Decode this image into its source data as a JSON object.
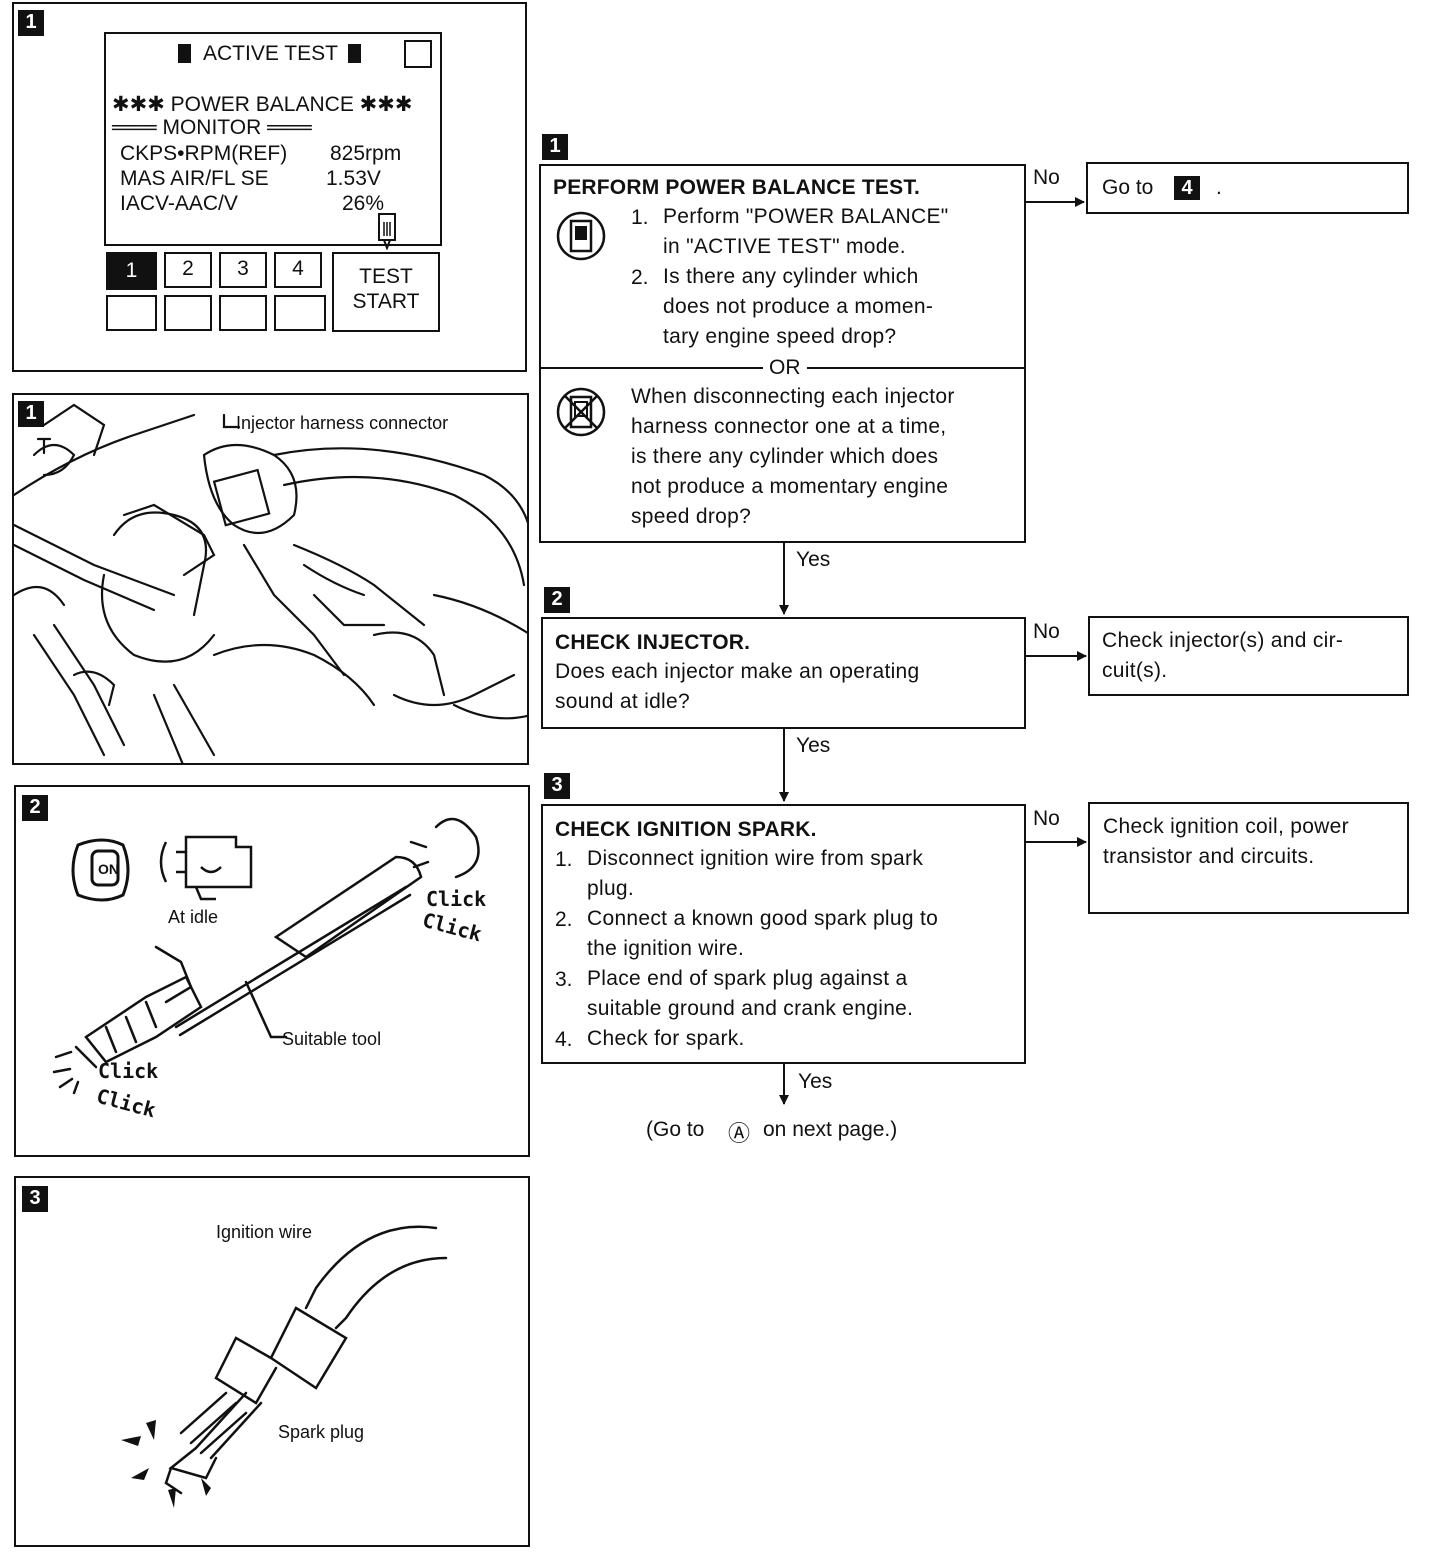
{
  "screen_panel": {
    "tag": "1",
    "header": "ACTIVE TEST",
    "line1": "✱✱✱ POWER BALANCE ✱✱✱",
    "line2": "═══ MONITOR ═══",
    "rows": [
      {
        "label": "CKPS•RPM(REF)",
        "value": "825rpm"
      },
      {
        "label": "MAS AIR/FL SE",
        "value": "1.53V"
      },
      {
        "label": "IACV-AAC/V",
        "value": "26%"
      }
    ],
    "cyl_buttons": [
      "1",
      "2",
      "3",
      "4"
    ],
    "test_start": [
      "TEST",
      "START"
    ]
  },
  "fig1": {
    "tag": "1",
    "label": "Injector harness connector"
  },
  "fig2": {
    "tag": "2",
    "key_label": "ON",
    "at_idle": "At idle",
    "tool": "Suitable tool",
    "click1": "Click",
    "click2": "Click"
  },
  "fig3": {
    "tag": "3",
    "wire": "Ignition wire",
    "plug": "Spark plug"
  },
  "step1": {
    "tag": "1",
    "title": "PERFORM POWER BALANCE TEST.",
    "items": [
      {
        "num": "1.",
        "text": "Perform \"POWER BALANCE\"\nin \"ACTIVE TEST\" mode."
      },
      {
        "num": "2.",
        "text": "Is there any cylinder which\ndoes not produce a momen-\ntary engine speed drop?"
      }
    ],
    "or": "OR",
    "alt": "When disconnecting each injector\nharness connector one at a time,\nis there any cylinder which does\nnot produce a momentary engine\nspeed drop?",
    "no": "No",
    "no_result": "Go to",
    "no_ref": "4",
    "yes": "Yes"
  },
  "step2": {
    "tag": "2",
    "title": "CHECK INJECTOR.",
    "text": "Does each injector make an operating\nsound at idle?",
    "no": "No",
    "no_result": "Check injector(s) and cir-\ncuit(s).",
    "yes": "Yes"
  },
  "step3": {
    "tag": "3",
    "title": "CHECK IGNITION SPARK.",
    "items": [
      {
        "num": "1.",
        "text": "Disconnect ignition wire from spark\nplug."
      },
      {
        "num": "2.",
        "text": "Connect a known good spark plug to\nthe ignition wire."
      },
      {
        "num": "3.",
        "text": "Place end of spark plug against a\nsuitable ground and crank engine."
      },
      {
        "num": "4.",
        "text": "Check for spark."
      }
    ],
    "no": "No",
    "no_result": "Check ignition coil, power\ntransistor and circuits.",
    "yes": "Yes"
  },
  "footer": {
    "pre": "(Go to",
    "mark": "Ⓐ",
    "post": "on next page.)"
  }
}
